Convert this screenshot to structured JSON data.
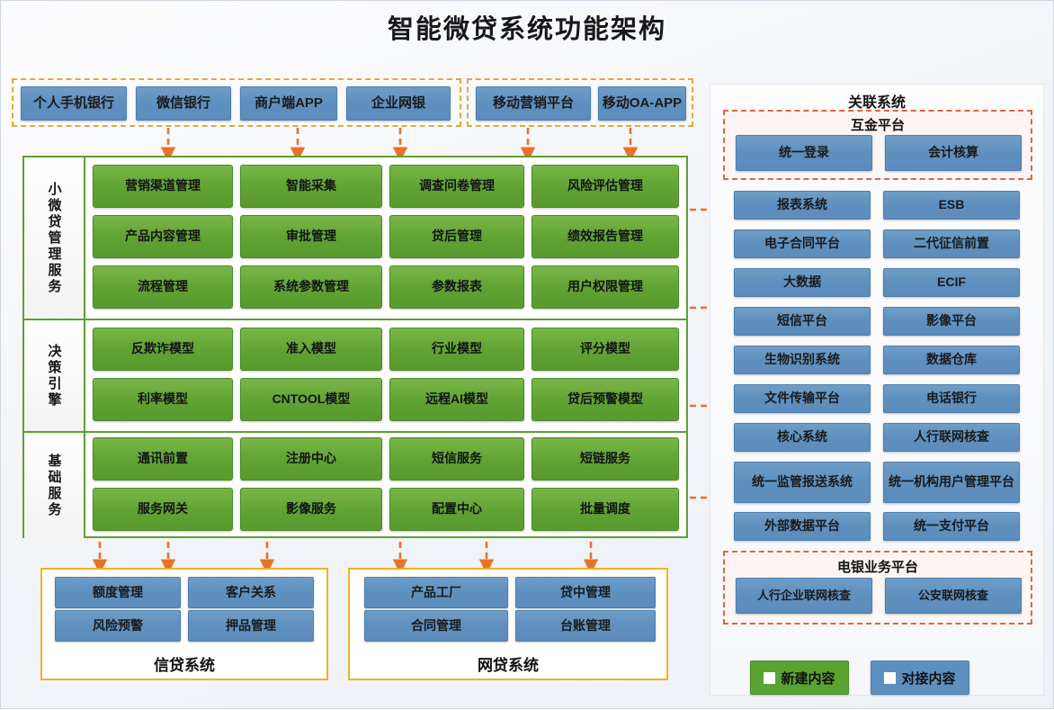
{
  "title": "智能微贷系统功能架构",
  "channels": {
    "group_a": [
      "个人手机银行",
      "微信银行",
      "商户端APP",
      "企业网银"
    ],
    "group_b": [
      "移动营销平台",
      "移动OA-APP"
    ]
  },
  "core": {
    "bands": [
      {
        "label": "小微贷管理服务",
        "cells": [
          "营销渠道管理",
          "智能采集",
          "调查问卷管理",
          "风险评估管理",
          "产品内容管理",
          "审批管理",
          "贷后管理",
          "绩效报告管理",
          "流程管理",
          "系统参数管理",
          "参数报表",
          "用户权限管理"
        ]
      },
      {
        "label": "决策引擎",
        "cells": [
          "反欺诈模型",
          "准入模型",
          "行业模型",
          "评分模型",
          "利率模型",
          "CNTOOL模型",
          "远程AI模型",
          "贷后预警模型"
        ]
      },
      {
        "label": "基础服务",
        "cells": [
          "通讯前置",
          "注册中心",
          "短信服务",
          "短链服务",
          "服务网关",
          "影像服务",
          "配置中心",
          "批量调度"
        ]
      }
    ]
  },
  "systems": [
    {
      "name": "信贷系统",
      "cells": [
        "额度管理",
        "客户关系",
        "风险预警",
        "押品管理"
      ]
    },
    {
      "name": "网贷系统",
      "cells": [
        "产品工厂",
        "贷中管理",
        "合同管理",
        "台账管理"
      ]
    }
  ],
  "related": {
    "title": "关联系统",
    "fintech": {
      "title": "互金平台",
      "cells": [
        "统一登录",
        "会计核算"
      ]
    },
    "cells": [
      "报表系统",
      "ESB",
      "电子合同平台",
      "二代征信前置",
      "大数据",
      "ECIF",
      "短信平台",
      "影像平台",
      "生物识别系统",
      "数据仓库",
      "文件传输平台",
      "电话银行",
      "核心系统",
      "人行联网核查",
      "统一监管报送系统",
      "统一机构用户管理平台",
      "外部数据平台",
      "统一支付平台"
    ],
    "ebank": {
      "title": "电银业务平台",
      "cells": [
        "人行企业联网核查",
        "公安联网核查"
      ]
    }
  },
  "legend": [
    {
      "label": "新建内容",
      "color": "#5aa32f"
    },
    {
      "label": "对接内容",
      "color": "#5e90bf"
    }
  ],
  "colors": {
    "green": "#5aa32f",
    "blue": "#5e90bf",
    "arrow": "#e8722a",
    "yellow_frame": "#f0b323",
    "dash_orange": "#e0653c",
    "dash_gold": "#e0a93c"
  }
}
